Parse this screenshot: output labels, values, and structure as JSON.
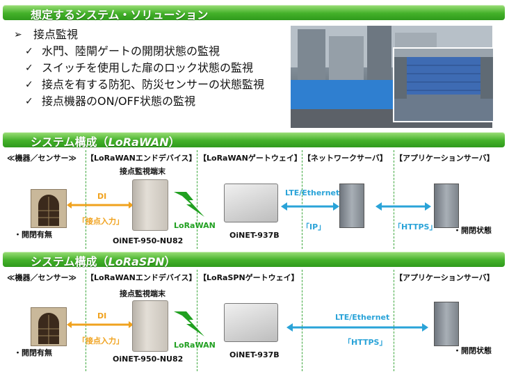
{
  "top": {
    "title": "想定するシステム・ソリューション",
    "bullet_main": "接点監視",
    "sub_bullets": [
      "水門、陸閘ゲートの開閉状態の監視",
      "スイッチを使用した扉のロック状態の監視",
      "接点を有する防犯、防災センサーの状態監視",
      "接点機器のON/OFF状態の監視"
    ]
  },
  "lorawan": {
    "title_prefix": "システム構成（",
    "title_italic": "LoRaWAN",
    "title_suffix": "）",
    "col_headers": [
      "≪機器／センサー≫",
      "【LoRaWANエンドデバイス】",
      "【LoRaWANゲートウェイ】",
      "【ネットワークサーバ】",
      "【アプリケーションサーバ】"
    ],
    "terminal_title": "接点監視端末",
    "di_label": "DI",
    "contact_input": "「接点入力」",
    "device_status": "・開閉有無",
    "radio_label": "LoRaWAN",
    "terminal_model": "OiNET-950-NU82",
    "gateway_model": "OiNET-937B",
    "lte_label": "LTE/Ethernet",
    "ip_label": "「IP」",
    "https_label": "「HTTPS」",
    "app_status": "・開閉状態"
  },
  "loraspn": {
    "title_prefix": "システム構成（",
    "title_italic": "LoRaSPN",
    "title_suffix": "）",
    "col_headers": [
      "≪機器／センサー≫",
      "【LoRaWANエンドデバイス】",
      "【LoRaSPNゲートウェイ】",
      "【アプリケーションサーバ】"
    ],
    "terminal_title": "接点監視端末",
    "di_label": "DI",
    "contact_input": "「接点入力」",
    "device_status": "・開閉有無",
    "radio_label": "LoRaWAN",
    "terminal_model": "OiNET-950-NU82",
    "gateway_model": "OiNET-937B",
    "lte_label": "LTE/Ethernet",
    "https_label": "「HTTPS」",
    "app_status": "・開閉状態"
  },
  "colors": {
    "green": "#21a021",
    "orange": "#f0a21e",
    "blue": "#2aa3d8"
  },
  "icons": [
    "arrow-bullet-icon",
    "checkmark-icon",
    "gate-icon",
    "terminal-icon",
    "lightning-icon",
    "gateway-icon",
    "server-icon"
  ]
}
